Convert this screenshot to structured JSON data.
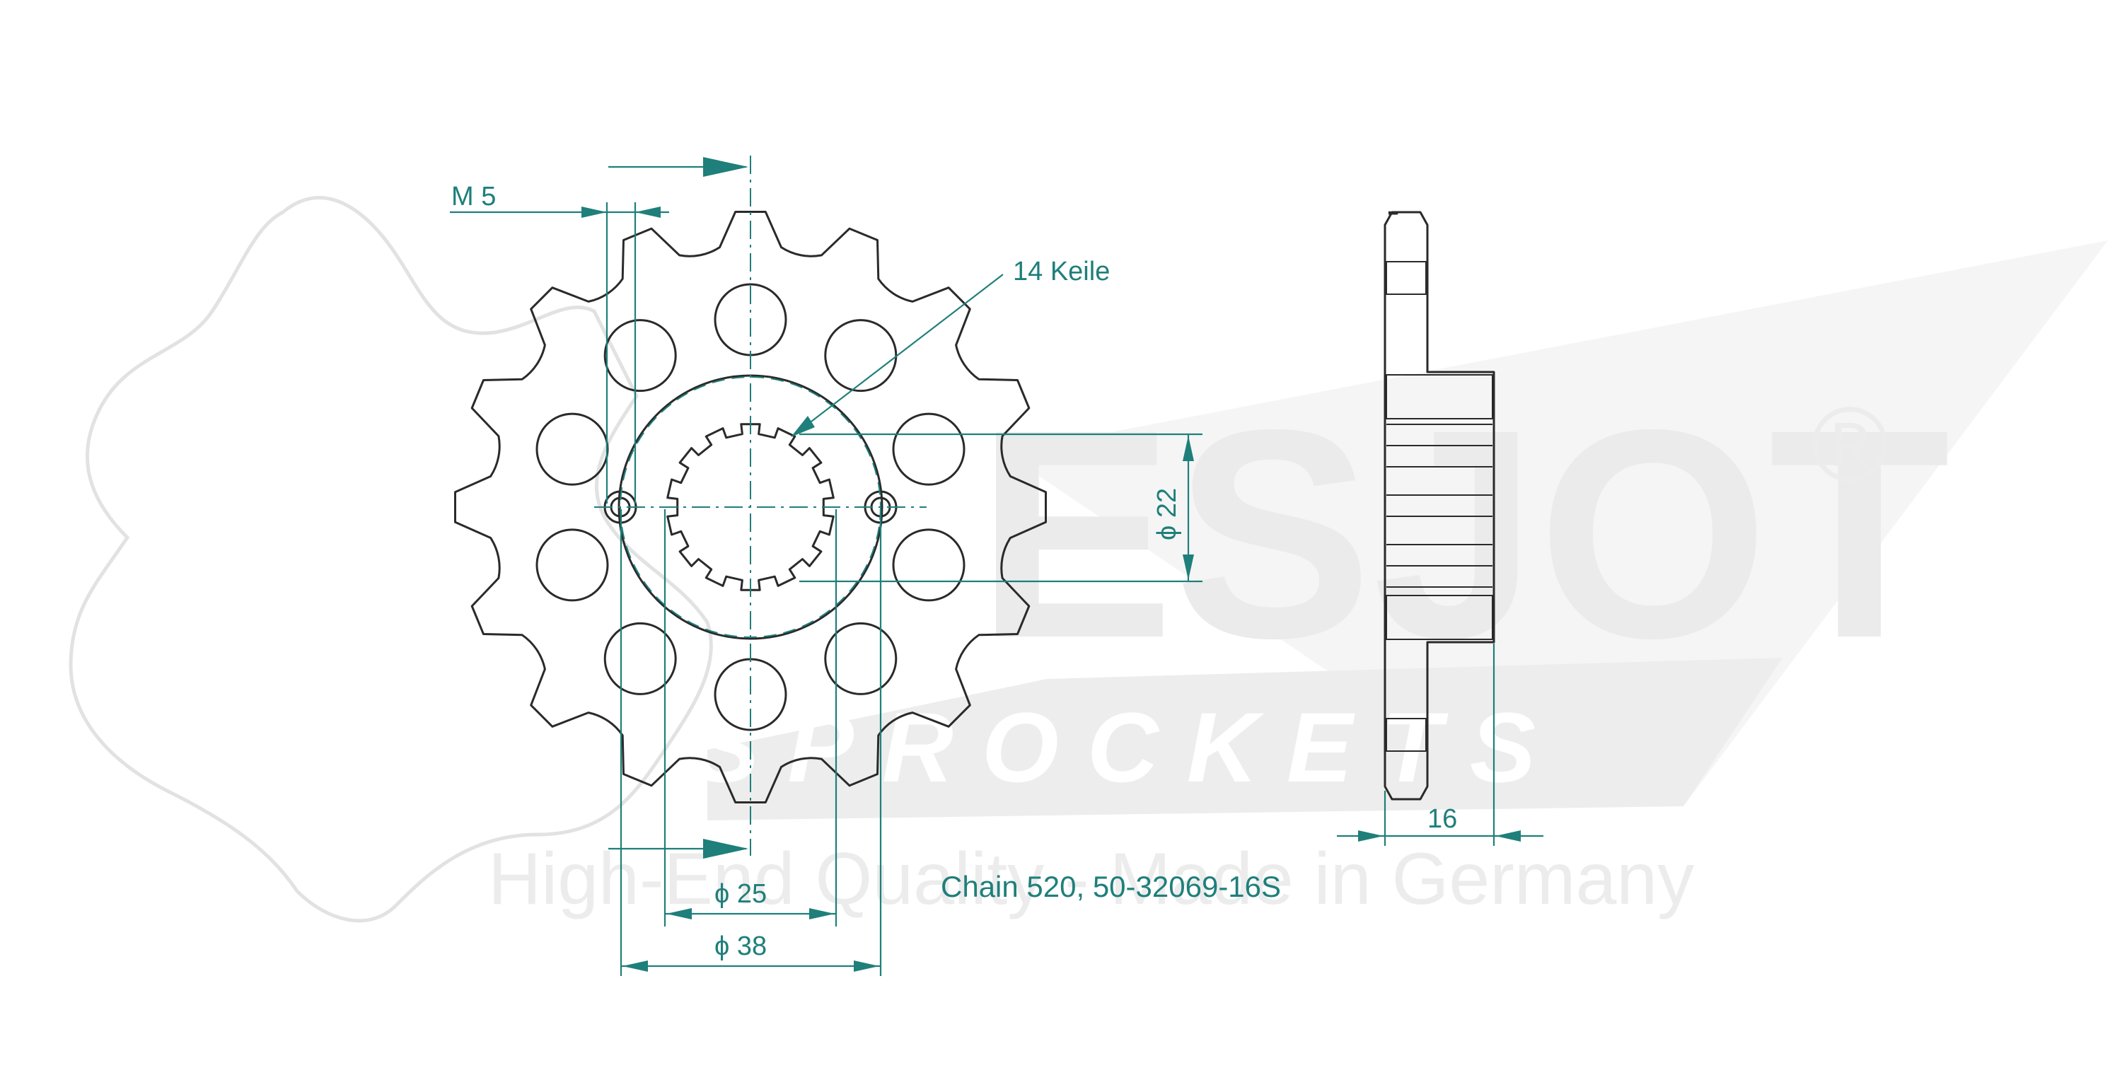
{
  "watermark": {
    "brand": "ESJOT",
    "registered": "®",
    "sub": "SPROCKETS",
    "slogan": "High-End Quality - Made in Germany"
  },
  "dimensions": {
    "thread": "M 5",
    "splines": "14 Keile",
    "inner_diameter": "ϕ 22",
    "pitch_diameter_small": "ϕ 25",
    "pitch_diameter_large": "ϕ 38",
    "width": "16"
  },
  "part": {
    "label": "Chain 520, 50-32069-16S",
    "teeth": 16,
    "splines": 14
  },
  "colors": {
    "dimension": "#1f7f7a",
    "outline": "#2a2a2a",
    "watermark": "#e2e2e2"
  }
}
